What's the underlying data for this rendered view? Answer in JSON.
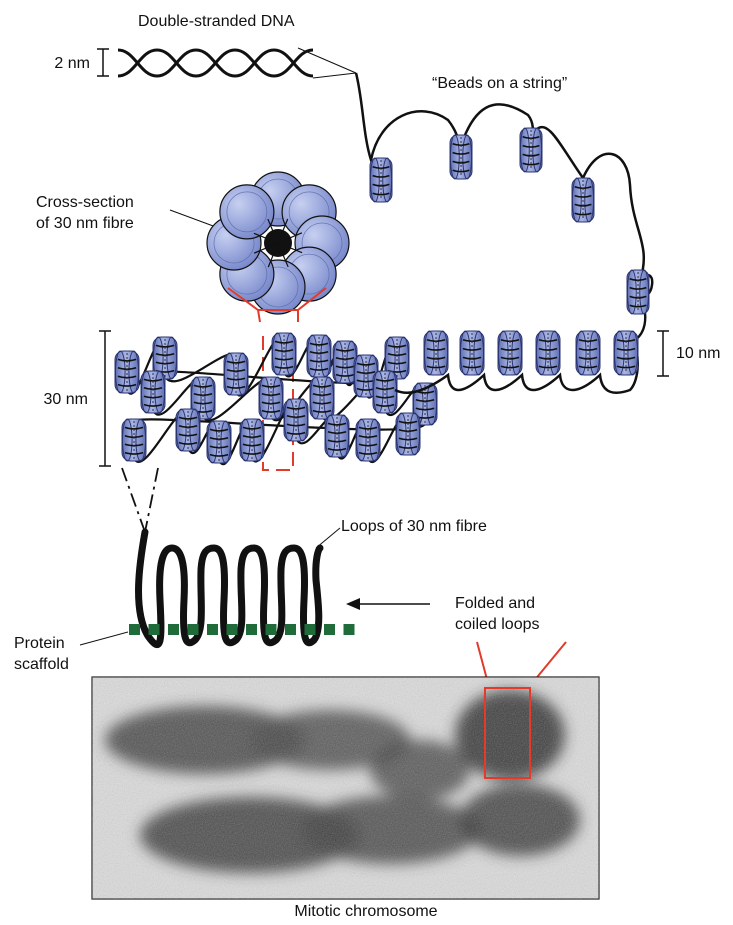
{
  "labels": {
    "dna": "Double-stranded DNA",
    "two_nm": "2 nm",
    "beads": "“Beads on a string”",
    "cross_section_line1": "Cross-section",
    "cross_section_line2": "of 30 nm fibre",
    "ten_nm": "10 nm",
    "thirty_nm": "30 nm",
    "loops": "Loops of 30 nm fibre",
    "folded_line1": "Folded and",
    "folded_line2": "coiled loops",
    "protein_line1": "Protein",
    "protein_line2": "scaffold",
    "mitotic": "Mitotic chromosome"
  },
  "colors": {
    "nucleosome_fill": "#8f9fd6",
    "nucleosome_dark": "#6272b8",
    "dna_strand": "#111111",
    "scaffold": "#1f6b3a",
    "highlight": "#e23b2a",
    "micrograph_bg": "#d9d9d9",
    "chromatin_dark": "#2a2a2a"
  }
}
